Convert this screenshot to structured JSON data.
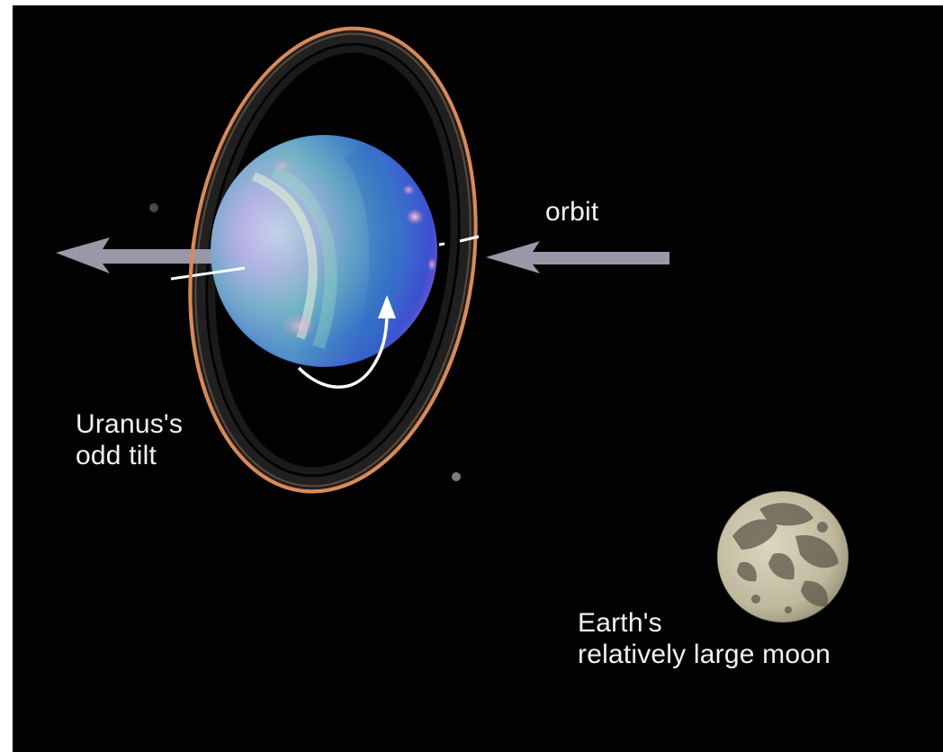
{
  "labels": {
    "orbit": "orbit",
    "uranus_line1": "Uranus's",
    "uranus_line2": "odd tilt",
    "moon_line1": "Earth's",
    "moon_line2": "relatively large moon"
  },
  "colors": {
    "background": "#020202",
    "frame": "#ffffff",
    "ring": "#d98a5a",
    "arrow": "#9a98a8",
    "text": "#f2f2f2",
    "planet_blue": "#2f63c9",
    "planet_lavender": "#b9a9e8",
    "moon": "#c9c3ab"
  },
  "objects": [
    "uranus-planet",
    "uranus-rings",
    "orbit-direction-arrows",
    "rotation-arrow",
    "earth-moon",
    "small-satellites"
  ]
}
